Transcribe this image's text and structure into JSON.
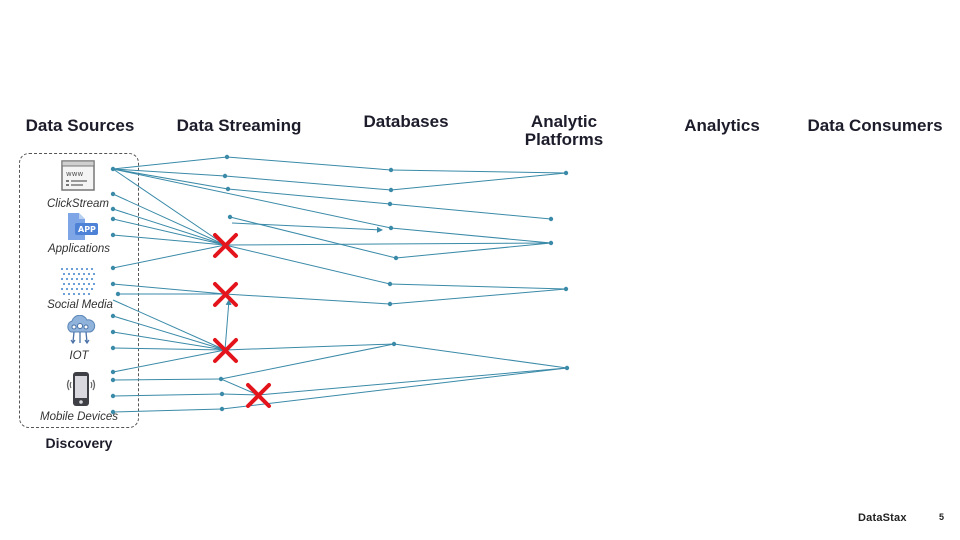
{
  "columns": {
    "data_sources": "Data Sources",
    "data_streaming": "Data Streaming",
    "databases": "Databases",
    "analytic_platforms": "Analytic\nPlatforms",
    "analytics": "Analytics",
    "data_consumers": "Data Consumers"
  },
  "sources": [
    {
      "label": "ClickStream",
      "icon": "browser-window-icon"
    },
    {
      "label": "Applications",
      "icon": "app-file-icon"
    },
    {
      "label": "Social Media",
      "icon": "social-grid-icon"
    },
    {
      "label": "IOT",
      "icon": "iot-cloud-icon"
    },
    {
      "label": "Mobile Devices",
      "icon": "mobile-phone-icon"
    }
  ],
  "group_label": "Discovery",
  "footer": {
    "brand": "DataStax",
    "page": "5"
  },
  "colors": {
    "line": "#3a8aa8",
    "cross": "#e3141b",
    "dashed_border": "#555555"
  }
}
